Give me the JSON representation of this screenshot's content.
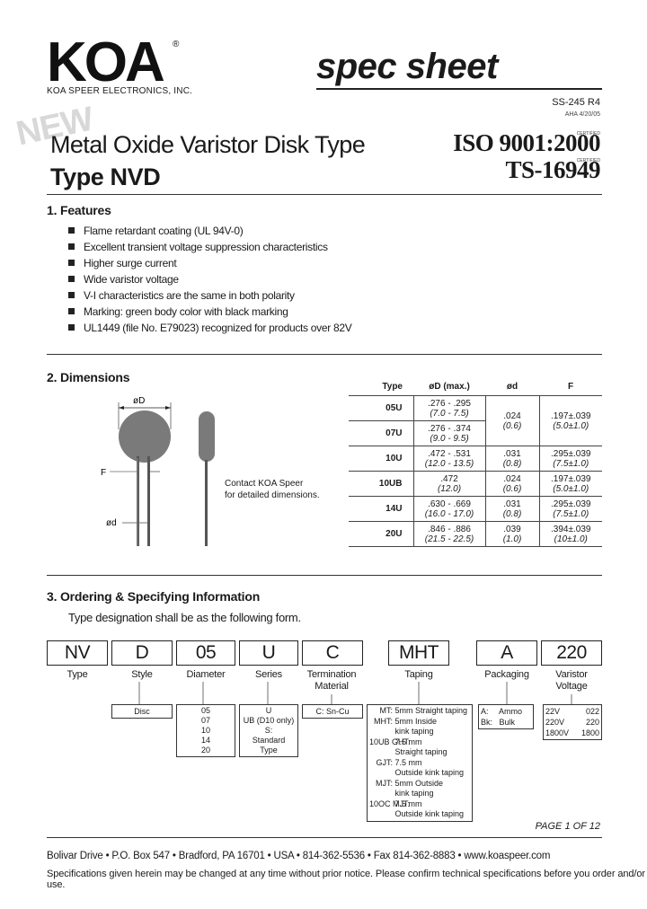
{
  "header": {
    "logo_text": "KOA",
    "company": "KOA SPEER ELECTRONICS, INC.",
    "doc_type": "spec sheet",
    "doc_code": "SS-245 R4",
    "doc_date": "AHA 4/20/05",
    "new_stamp": "NEW",
    "title": "Metal Oxide Varistor Disk Type",
    "type": "Type NVD",
    "iso": "ISO 9001:2000",
    "iso_small": "CERTIFIED",
    "ts": "TS-16949",
    "ts_small": "CERTIFIED"
  },
  "features": {
    "heading": "1.  Features",
    "items": [
      "Flame retardant coating (UL 94V-0)",
      "Excellent transient voltage suppression characteristics",
      "Higher surge current",
      "Wide varistor voltage",
      "V-I characteristics are the same in both polarity",
      "Marking: green body color with black marking",
      "UL1449 (file No. E79023) recognized for products over 82V"
    ]
  },
  "dimensions": {
    "heading": "2.  Dimensions",
    "label_D": "øD",
    "label_F": "F",
    "label_d": "ød",
    "contact": [
      "Contact KOA Speer",
      "for detailed dimensions."
    ],
    "columns": [
      "Type",
      "øD (max.)",
      "ød",
      "F"
    ],
    "rows": [
      {
        "type": "05U",
        "D": ".276 - .295",
        "D_mm": "(7.0 - 7.5)",
        "d": ".024",
        "d_mm": "(0.6)",
        "F": ".197±.039",
        "F_mm": "(5.0±1.0)"
      },
      {
        "type": "07U",
        "D": ".276 - .374",
        "D_mm": "(9.0 - 9.5)",
        "d": "",
        "d_mm": "",
        "F": "",
        "F_mm": ""
      },
      {
        "type": "10U",
        "D": ".472 - .531",
        "D_mm": "(12.0 - 13.5)",
        "d": ".031",
        "d_mm": "(0.8)",
        "F": ".295±.039",
        "F_mm": "(7.5±1.0)"
      },
      {
        "type": "10UB",
        "D": ".472",
        "D_mm": "(12.0)",
        "d": ".024",
        "d_mm": "(0.6)",
        "F": ".197±.039",
        "F_mm": "(5.0±1.0)"
      },
      {
        "type": "14U",
        "D": ".630 - .669",
        "D_mm": "(16.0 - 17.0)",
        "d": ".031",
        "d_mm": "(0.8)",
        "F": ".295±.039",
        "F_mm": "(7.5±1.0)"
      },
      {
        "type": "20U",
        "D": ".846 - .886",
        "D_mm": "(21.5 - 22.5)",
        "d": ".039",
        "d_mm": "(1.0)",
        "F": ".394±.039",
        "F_mm": "(10±1.0)"
      }
    ]
  },
  "ordering": {
    "heading": "3.  Ordering & Specifying Information",
    "intro": "Type designation shall be as the following form.",
    "codes": [
      {
        "code": "NV",
        "label": "Type"
      },
      {
        "code": "D",
        "label": "Style"
      },
      {
        "code": "05",
        "label": "Diameter"
      },
      {
        "code": "U",
        "label": "Series"
      },
      {
        "code": "C",
        "label": "Termination Material"
      },
      {
        "code": "MHT",
        "label": "Taping"
      },
      {
        "code": "A",
        "label": "Packaging"
      },
      {
        "code": "220",
        "label": "Varistor Voltage"
      }
    ],
    "style_opts": [
      "Disc"
    ],
    "diameter_opts": [
      "05",
      "07",
      "10",
      "14",
      "20"
    ],
    "series_opts": [
      "U",
      "UB (D10 only)",
      "S:",
      "Standard",
      "Type"
    ],
    "termination_opts": [
      "C: Sn-Cu"
    ],
    "taping_opts": [
      {
        "key": "MT:",
        "val": "5mm Straight taping"
      },
      {
        "key": "MHT:",
        "val": "5mm Inside"
      },
      {
        "key": "",
        "val": "kink taping"
      },
      {
        "key": "10UB GHT:",
        "val": "7.5 mm"
      },
      {
        "key": "",
        "val": "Straight taping"
      },
      {
        "key": "GJT:",
        "val": "7.5 mm"
      },
      {
        "key": "",
        "val": "Outside kink taping"
      },
      {
        "key": "MJT:",
        "val": "5mm Outside"
      },
      {
        "key": "",
        "val": "kink taping"
      },
      {
        "key": "10OC MJT:",
        "val": "7.5 mm"
      },
      {
        "key": "",
        "val": "Outside kink taping"
      }
    ],
    "packaging_opts": [
      {
        "key": "A:",
        "val": "Ammo"
      },
      {
        "key": "Bk:",
        "val": "Bulk"
      }
    ],
    "voltage_opts": [
      {
        "key": "22V",
        "val": "022"
      },
      {
        "key": "220V",
        "val": "220"
      },
      {
        "key": "1800V",
        "val": "1800"
      }
    ]
  },
  "footer": {
    "page": "PAGE 1 OF 12",
    "address": "Bolivar Drive  •  P.O. Box 547  •  Bradford, PA 16701  •  USA  •  814-362-5536  •  Fax 814-362-8883  •  www.koaspeer.com",
    "disclaimer": "Specifications given herein may be changed at any time without prior notice. Please confirm technical specifications before you order and/or use."
  }
}
